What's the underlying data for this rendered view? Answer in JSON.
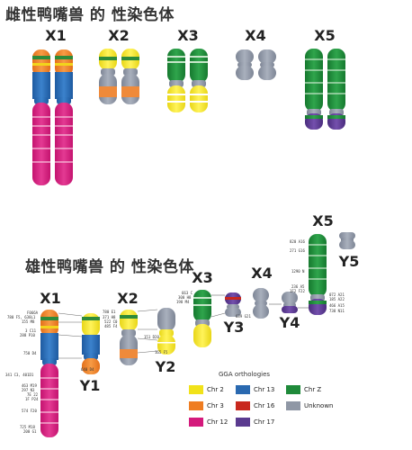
{
  "female_section": {
    "title": "雌性鸭嘴兽 的 性染色体",
    "labels": [
      "X1",
      "X2",
      "X3",
      "X4",
      "X5"
    ]
  },
  "male_section": {
    "title": "雄性鸭嘴兽 的 性染色体",
    "labels": [
      "X1",
      "X2",
      "X3",
      "X4",
      "X5",
      "Y1",
      "Y2",
      "Y3",
      "Y4",
      "Y5"
    ],
    "ticks": {
      "x1_left": [
        "F066A",
        "780 F5, 638L1",
        "155 M8",
        "3 C11",
        "288 P10",
        "750 D4",
        "341 C3, 401D1",
        "463 M19",
        "297 N3",
        "7E 22",
        "1F P24",
        "574 F20",
        "725 M18",
        "200 G1"
      ],
      "x2_left": [
        "780 E1",
        "371 H8",
        "522 C0",
        "485 F4"
      ],
      "x3_left": [
        "663 C",
        "300 H8",
        "198 M4"
      ],
      "x5_left": [
        "820 A16",
        "271 G16",
        "1290 N",
        "236 A5",
        "1F2 F22"
      ],
      "x5_right": [
        "072 A21",
        "185 A22",
        "466 A15",
        "738 N11"
      ],
      "misc": [
        "640 D4",
        "151 D20",
        "165 F5",
        "639 G21"
      ]
    }
  },
  "legend": {
    "title": "GGA orthologies",
    "items": [
      {
        "label": "Chr 2",
        "color": "#f1e21a"
      },
      {
        "label": "Chr 13",
        "color": "#2a69b0"
      },
      {
        "label": "Chr Z",
        "color": "#1f8a3a"
      },
      {
        "label": "Chr 3",
        "color": "#ef7d22"
      },
      {
        "label": "Chr 16",
        "color": "#c8281e"
      },
      {
        "label": "Unknown",
        "color": "#8f97a5"
      },
      {
        "label": "Chr 12",
        "color": "#d41a7c"
      },
      {
        "label": "Chr 17",
        "color": "#5a3a8f"
      }
    ]
  }
}
